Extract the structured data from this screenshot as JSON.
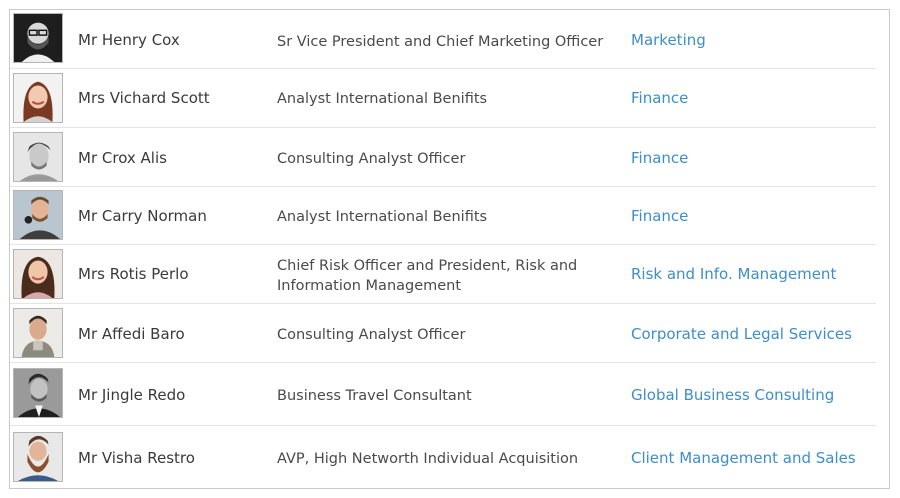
{
  "employees": [
    {
      "name": "Mr Henry Cox",
      "title": "Sr Vice President and Chief Marketing Officer",
      "department": "Marketing"
    },
    {
      "name": "Mrs Vichard Scott",
      "title": "Analyst International Benifits",
      "department": "Finance"
    },
    {
      "name": "Mr Crox Alis",
      "title": "Consulting Analyst Officer",
      "department": "Finance"
    },
    {
      "name": "Mr Carry Norman",
      "title": "Analyst International Benifits",
      "department": "Finance"
    },
    {
      "name": "Mrs Rotis Perlo",
      "title": "Chief Risk Officer and President, Risk and Information Management",
      "department": "Risk and Info. Management"
    },
    {
      "name": "Mr Affedi Baro",
      "title": "Consulting Analyst Officer",
      "department": "Corporate and Legal Services"
    },
    {
      "name": "Mr Jingle Redo",
      "title": "Business Travel Consultant",
      "department": "Global Business Consulting"
    },
    {
      "name": "Mr Visha Restro",
      "title": "AVP, High Networth Individual Acquisition",
      "department": "Client Management and Sales"
    }
  ],
  "colors": {
    "link": "#3d8ec9",
    "text": "#3a3a3a",
    "divider": "#e4e4e4",
    "border": "#c9c9c9"
  }
}
